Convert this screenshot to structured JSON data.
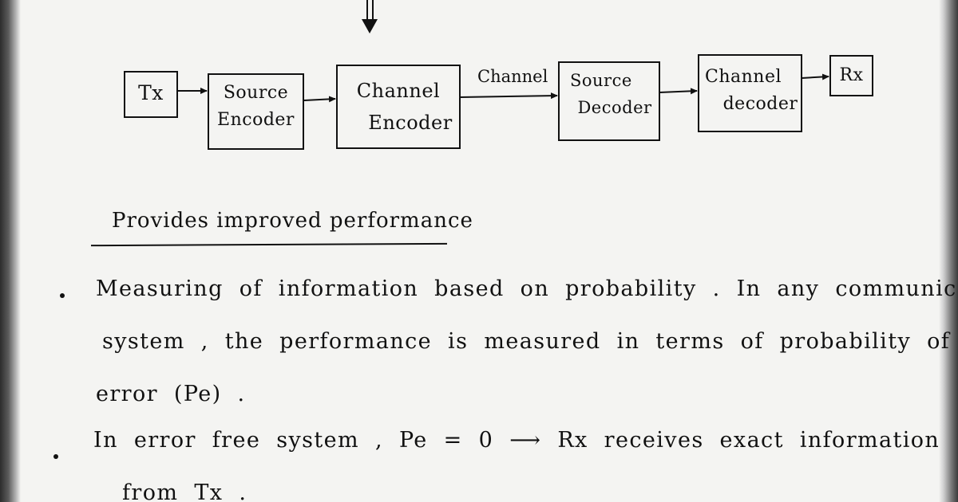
{
  "diagram": {
    "boxes": [
      {
        "id": "tx",
        "lines": [
          "Tx"
        ]
      },
      {
        "id": "source-encoder",
        "lines": [
          "Source",
          "Encoder"
        ]
      },
      {
        "id": "channel-encoder",
        "lines": [
          "Channel",
          "Encoder"
        ]
      },
      {
        "id": "source-decoder",
        "lines": [
          "Source",
          "Decoder"
        ]
      },
      {
        "id": "channel-decoder",
        "lines": [
          "Channel",
          "decoder"
        ]
      },
      {
        "id": "rx",
        "lines": [
          "Rx"
        ]
      }
    ],
    "channel_label": "Channel"
  },
  "heading": "Provides improved performance",
  "bullets": [
    {
      "lines": [
        "Measuring of information based on probability . In any communication",
        "system , the performance is measured in terms of probability of",
        "error (Pe) ."
      ]
    },
    {
      "lines": [
        "In error free system , Pe = 0 ⟶ Rx receives exact information",
        "from Tx ."
      ]
    }
  ]
}
